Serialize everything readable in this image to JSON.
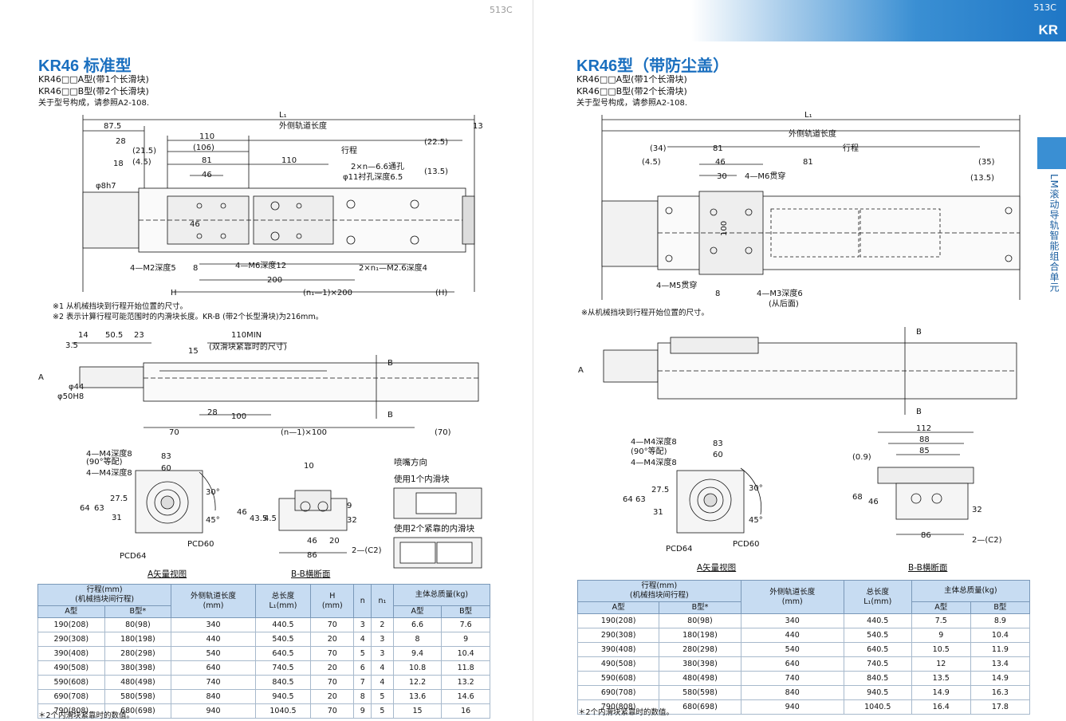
{
  "left": {
    "page_number": "513C",
    "title": "KR46 标准型",
    "subtitles": [
      "KR46□□A型(带1个长滑块)",
      "KR46□□B型(带2个长滑块)",
      "关于型号构成，请参照A2-108."
    ],
    "top_dims": {
      "L1": "L₁",
      "rail_len": "外侧轨道长度",
      "d875": "87.5",
      "d13": "13",
      "d110": "110",
      "d106": "(106)",
      "d28": "28",
      "d215": "(21.5)",
      "d45": "(4.5)",
      "d81": "81",
      "d110b": "110",
      "stroke": "行程",
      "d225": "(22.5)",
      "d135": "(13.5)",
      "d46": "46",
      "d18": "18",
      "phi8": "φ8h7",
      "hole1": "2×n—6.6通孔",
      "hole2": "φ11衬孔深度6.5",
      "m2": "4—M2深度5",
      "m6": "4—M6深度12",
      "m26": "2×n₁—M2.6深度4",
      "d8": "8",
      "d200": "200",
      "dH": "H",
      "dn1": "(n₁—1)×200",
      "dHp": "(H)",
      "d46v": "46"
    },
    "notes": [
      "※1 从机械挡块到行程开始位置的尺寸。",
      "※2 表示计算行程可能范围时的内滑块长度。KR-B (带2个长型滑块)为216mm。"
    ],
    "side_dims": {
      "d14": "14",
      "d505": "50.5",
      "d23": "23",
      "d35": "3.5",
      "min": "110MIN",
      "minnote": "(双滑块紧靠时的尺寸)",
      "d15": "15",
      "A": "A",
      "phi50": "φ50H8",
      "phi44": "φ44",
      "d28": "28",
      "d100": "100",
      "d70": "70",
      "dn": "(n—1)×100",
      "d70p": "(70)",
      "B": "B"
    },
    "av_dims": {
      "m4a": "4—M4深度8",
      "eq": "(90°等配)",
      "m4b": "4—M4深度8",
      "d83": "83",
      "d60": "60",
      "d64": "64",
      "d63": "63",
      "d275": "27.5",
      "d31": "31",
      "pcd64": "PCD64",
      "pcd60": "PCD60",
      "a30": "30°",
      "a45": "45°"
    },
    "bb_dims": {
      "d10": "10",
      "d46": "46",
      "d435": "43.5",
      "d45": "4.5",
      "d46b": "46",
      "d20": "20",
      "d86": "86",
      "d32": "32",
      "d9": "9",
      "c2": "2—(C2)"
    },
    "nozzle": {
      "title": "喷嘴方向",
      "one": "使用1个内滑块",
      "two": "使用2个紧靠的内滑块"
    },
    "captions": {
      "a": "A矢量视图",
      "bb": "B-B横断面"
    },
    "table": {
      "h_stroke": "行程(mm)",
      "h_stroke2": "(机械挡块间行程)",
      "h_a": "A型",
      "h_b": "B型*",
      "h_rail": "外侧轨道长度",
      "h_rail_unit": "(mm)",
      "h_total": "总长度",
      "h_total_unit": "L₁(mm)",
      "h_H": "H",
      "h_H_unit": "(mm)",
      "h_n": "n",
      "h_n1": "n₁",
      "h_mass": "主体总质量(kg)",
      "h_ma": "A型",
      "h_mb": "B型",
      "rows": [
        [
          "190(208)",
          "80(98)",
          "340",
          "440.5",
          "70",
          "3",
          "2",
          "6.6",
          "7.6"
        ],
        [
          "290(308)",
          "180(198)",
          "440",
          "540.5",
          "20",
          "4",
          "3",
          "8",
          "9"
        ],
        [
          "390(408)",
          "280(298)",
          "540",
          "640.5",
          "70",
          "5",
          "3",
          "9.4",
          "10.4"
        ],
        [
          "490(508)",
          "380(398)",
          "640",
          "740.5",
          "20",
          "6",
          "4",
          "10.8",
          "11.8"
        ],
        [
          "590(608)",
          "480(498)",
          "740",
          "840.5",
          "70",
          "7",
          "4",
          "12.2",
          "13.2"
        ],
        [
          "690(708)",
          "580(598)",
          "840",
          "940.5",
          "20",
          "8",
          "5",
          "13.6",
          "14.6"
        ],
        [
          "790(808)",
          "680(698)",
          "940",
          "1040.5",
          "70",
          "9",
          "5",
          "15",
          "16"
        ]
      ]
    },
    "footnote": "＊2个内滑块紧靠时的数值。"
  },
  "right": {
    "page_number": "513C",
    "kr_tag": "KR",
    "side_label": "LM滚动导轨智能组合单元",
    "title": "KR46型（带防尘盖）",
    "subtitles": [
      "KR46□□A型(带1个长滑块)",
      "KR46□□B型(带2个长滑块)",
      "关于型号构成，请参照A2-108."
    ],
    "top_dims": {
      "L1": "L₁",
      "rail_len": "外侧轨道长度",
      "d34": "(34)",
      "d81": "81",
      "stroke": "行程",
      "d45": "(4.5)",
      "d46": "46",
      "d81b": "81",
      "d35": "(35)",
      "d30": "30",
      "d135": "(13.5)",
      "m6": "4—M6贯穿",
      "d100": "100",
      "m5": "4—M5贯穿",
      "d8": "8",
      "m3": "4—M3深度6",
      "back": "(从后面)"
    },
    "note": "※从机械挡块到行程开始位置的尺寸。",
    "side_dims": {
      "A": "A",
      "B": "B"
    },
    "av_dims": {
      "m4a": "4—M4深度8",
      "eq": "(90°等配)",
      "m4b": "4—M4深度8",
      "d83": "83",
      "d60": "60",
      "d64": "64",
      "d63": "63",
      "d275": "27.5",
      "d31": "31",
      "pcd64": "PCD64",
      "pcd60": "PCD60",
      "a30": "30°",
      "a45": "45°"
    },
    "bb_dims": {
      "d112": "112",
      "d88": "88",
      "d85": "85",
      "d09": "(0.9)",
      "d68": "68",
      "d46": "46",
      "d32": "32",
      "d86": "86",
      "c2": "2—(C2)"
    },
    "captions": {
      "a": "A矢量视图",
      "bb": "B-B横断面"
    },
    "table": {
      "h_stroke": "行程(mm)",
      "h_stroke2": "(机械挡块间行程)",
      "h_a": "A型",
      "h_b": "B型*",
      "h_rail": "外侧轨道长度",
      "h_rail_unit": "(mm)",
      "h_total": "总长度",
      "h_total_unit": "L₁(mm)",
      "h_mass": "主体总质量(kg)",
      "h_ma": "A型",
      "h_mb": "B型",
      "rows": [
        [
          "190(208)",
          "80(98)",
          "340",
          "440.5",
          "7.5",
          "8.9"
        ],
        [
          "290(308)",
          "180(198)",
          "440",
          "540.5",
          "9",
          "10.4"
        ],
        [
          "390(408)",
          "280(298)",
          "540",
          "640.5",
          "10.5",
          "11.9"
        ],
        [
          "490(508)",
          "380(398)",
          "640",
          "740.5",
          "12",
          "13.4"
        ],
        [
          "590(608)",
          "480(498)",
          "740",
          "840.5",
          "13.5",
          "14.9"
        ],
        [
          "690(708)",
          "580(598)",
          "840",
          "940.5",
          "14.9",
          "16.3"
        ],
        [
          "790(808)",
          "680(698)",
          "940",
          "1040.5",
          "16.4",
          "17.8"
        ]
      ]
    },
    "footnote": "＊2个内滑块紧靠时的数值。"
  },
  "colors": {
    "accent": "#1a6fbf",
    "table_header": "#c7dcf2"
  }
}
